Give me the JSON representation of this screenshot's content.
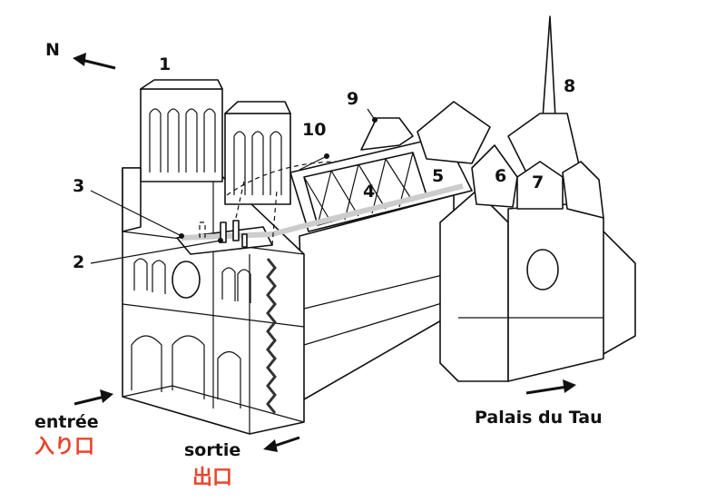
{
  "compass": {
    "north": "N"
  },
  "markers": [
    "1",
    "2",
    "3",
    "4",
    "5",
    "6",
    "7",
    "8",
    "9",
    "10"
  ],
  "labels": {
    "entrance": "entrée",
    "entrance_jp": "入り口",
    "exit": "sortie",
    "exit_jp": "出口",
    "palais": "Palais du Tau"
  },
  "colors": {
    "japanese_text": "#e8452c",
    "line": "#111111",
    "path": "#cccccc"
  }
}
